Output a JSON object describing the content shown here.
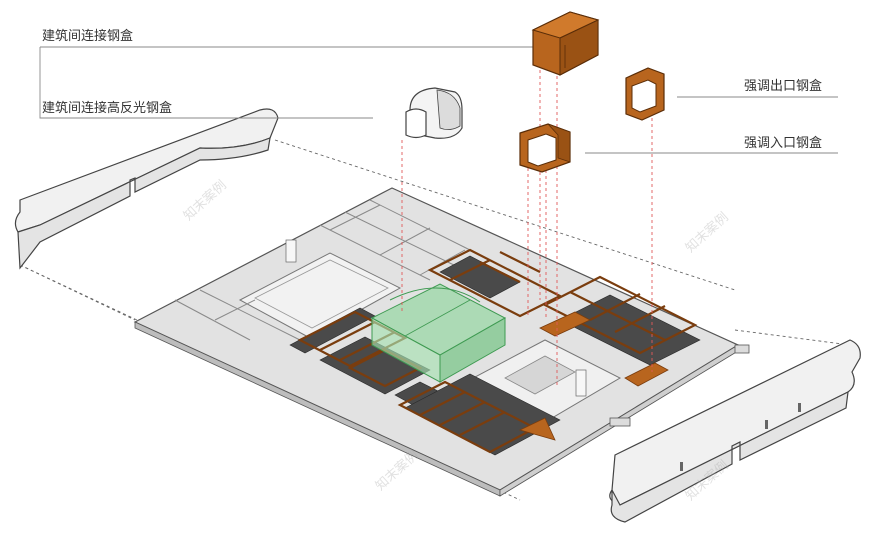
{
  "labels": {
    "connect_box": "建筑间连接钢盒",
    "connect_reflective_box": "建筑间连接高反光钢盒",
    "exit_box": "强调出口钢盒",
    "entrance_box": "强调入口钢盒"
  },
  "watermark": "知末案例",
  "colors": {
    "steel": "#b8651e",
    "steel_dark": "#7a3d0e",
    "glass": "#8fd69c",
    "floor": "#e2e2e2",
    "dark_room": "#4a4a4a",
    "leader_red": "#e05a5a",
    "leader_gray": "#999999"
  }
}
